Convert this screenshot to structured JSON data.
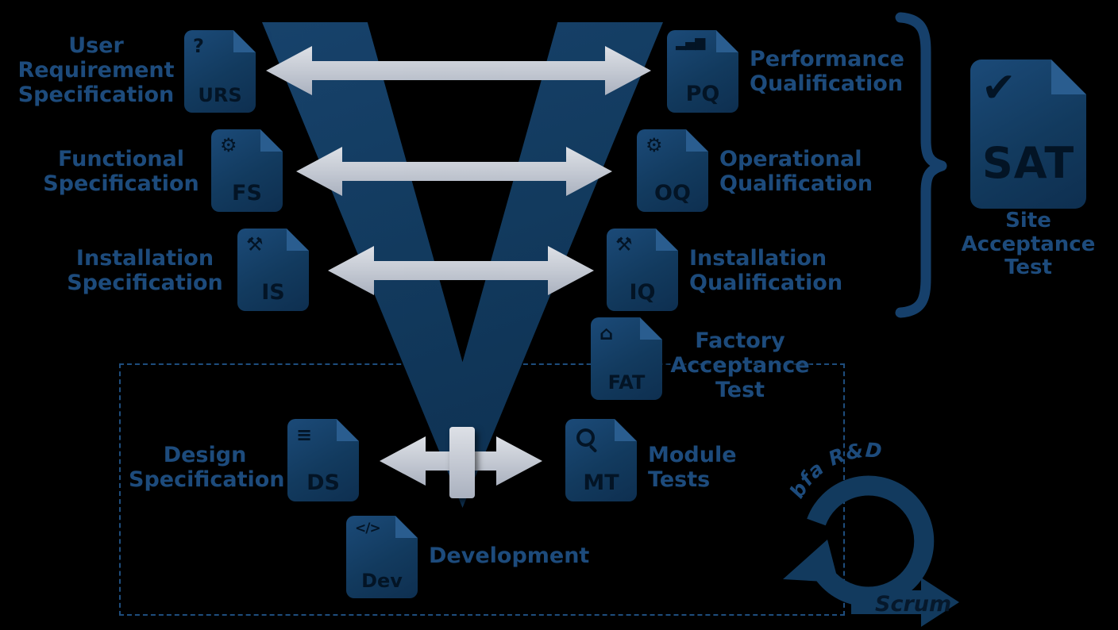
{
  "colors": {
    "navy": "#123a5e",
    "label_blue": "#1d4b7c",
    "arrow_light": "#dde0e6",
    "arrow_dark": "#aab1bf",
    "background": "#000000"
  },
  "v_model": {
    "left_items": [
      {
        "label": "User\nRequirement\nSpecification",
        "abbr": "URS",
        "icon": "question-icon",
        "glyph": "?"
      },
      {
        "label": "Functional\nSpecification",
        "abbr": "FS",
        "icon": "gear-icon",
        "glyph": "⚙"
      },
      {
        "label": "Installation\nSpecification",
        "abbr": "IS",
        "icon": "tools-icon",
        "glyph": "⚒"
      },
      {
        "label": "Design\nSpecification",
        "abbr": "DS",
        "icon": "list-icon",
        "glyph": "≡"
      },
      {
        "label": "Development",
        "abbr": "Dev",
        "icon": "code-icon",
        "glyph": "</>"
      }
    ],
    "right_items": [
      {
        "label": "Performance\nQualification",
        "abbr": "PQ",
        "icon": "bar-chart-icon",
        "glyph": "▂▄▆"
      },
      {
        "label": "Operational\nQualification",
        "abbr": "OQ",
        "icon": "gears-icon",
        "glyph": "⚙"
      },
      {
        "label": "Installation\nQualification",
        "abbr": "IQ",
        "icon": "wrench-icon",
        "glyph": "⚒"
      },
      {
        "label": "Factory\nAcceptance\nTest",
        "abbr": "FAT",
        "icon": "factory-icon",
        "glyph": "⌂"
      },
      {
        "label": "Module\nTests",
        "abbr": "MT",
        "icon": "magnifier-icon",
        "glyph": ""
      }
    ]
  },
  "sat": {
    "abbr": "SAT",
    "label": "Site\nAcceptance\nTest",
    "icon": "check-icon",
    "glyph": "✔"
  },
  "scrum": {
    "loop_label": "bfa R&D",
    "arrow_label": "Scrum"
  }
}
